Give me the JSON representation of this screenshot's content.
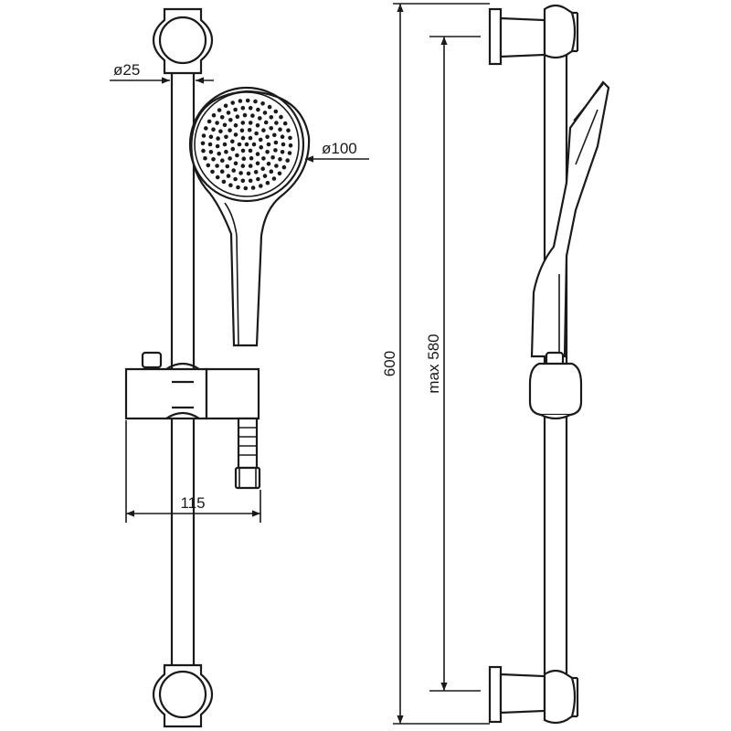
{
  "dimensions": {
    "bar_diameter": "ø25",
    "head_diameter": "ø100",
    "slider_depth": "115",
    "overall_length": "600",
    "max_slide": "max 580"
  },
  "colors": {
    "line": "#1a1a1a",
    "background": "#ffffff"
  }
}
